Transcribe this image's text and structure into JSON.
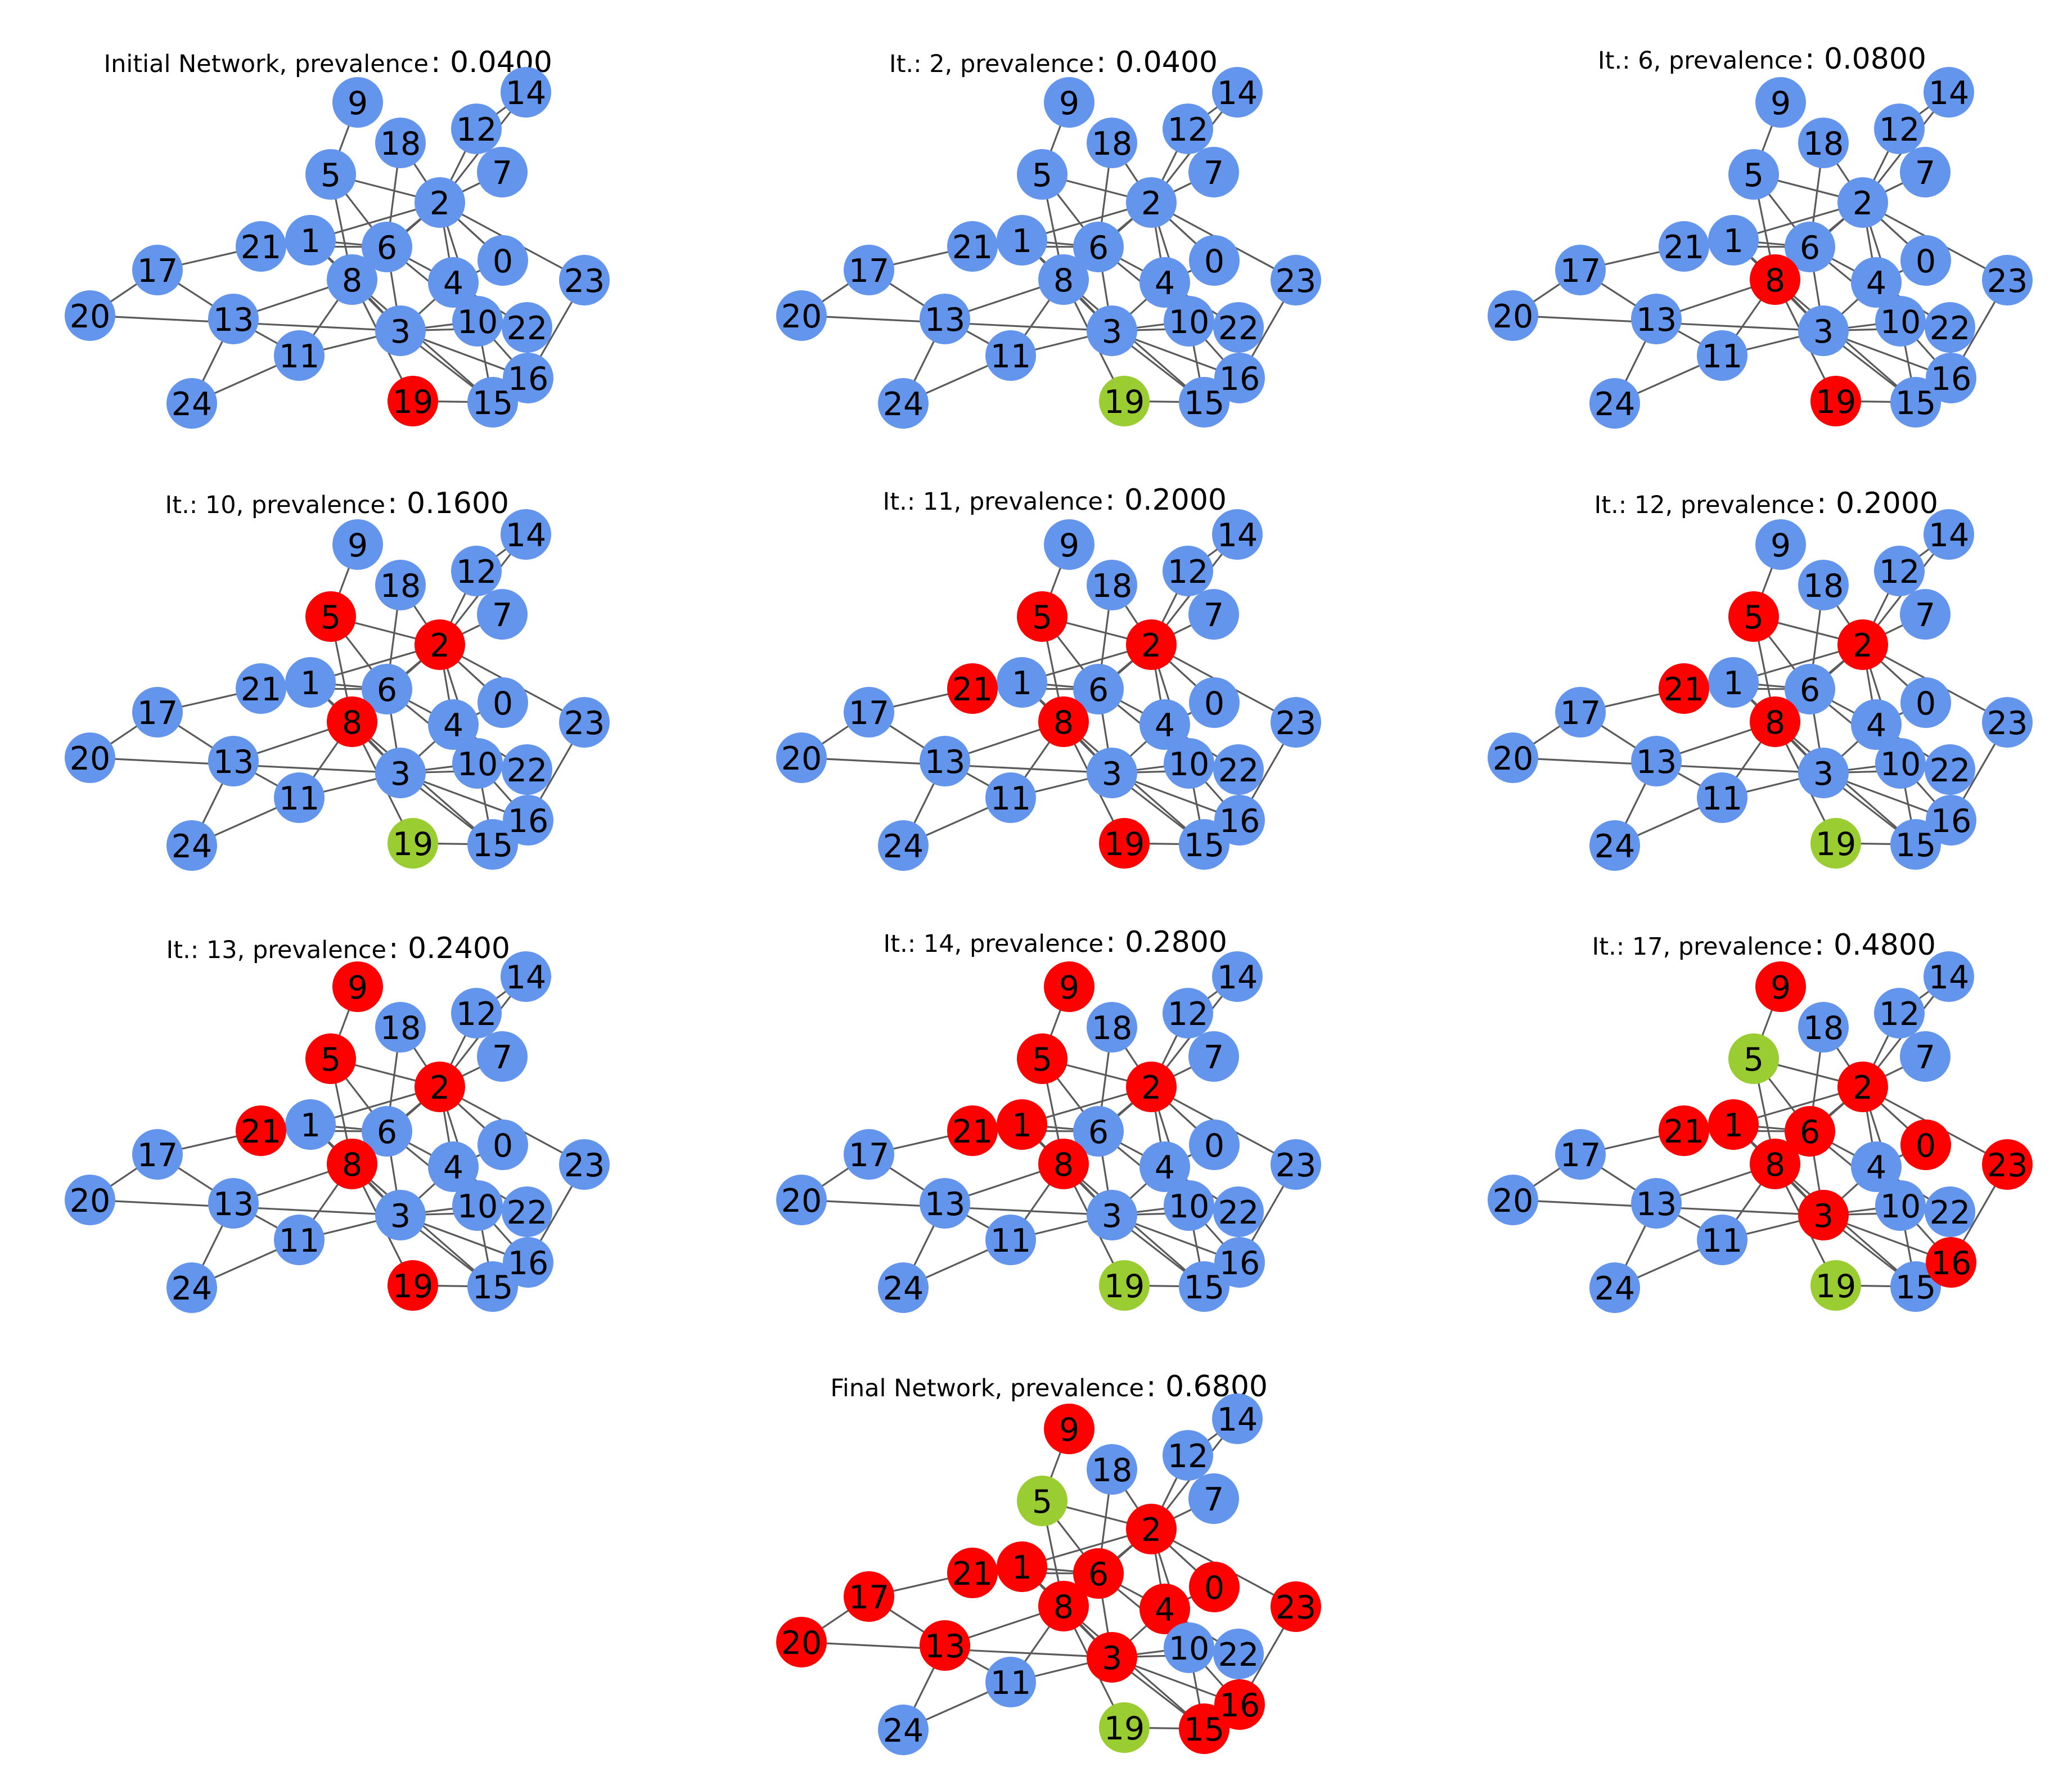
{
  "colors": {
    "susceptible": "#6495ed",
    "infected": "#ff0000",
    "recovered": "#9acd32",
    "edge": "#5a5a5a"
  },
  "nodes": [
    "0",
    "1",
    "2",
    "3",
    "4",
    "5",
    "6",
    "7",
    "8",
    "9",
    "10",
    "11",
    "12",
    "13",
    "14",
    "15",
    "16",
    "17",
    "18",
    "19",
    "20",
    "21",
    "22",
    "23",
    "24"
  ],
  "edges": [
    [
      "9",
      "5"
    ],
    [
      "5",
      "6"
    ],
    [
      "5",
      "2"
    ],
    [
      "5",
      "8"
    ],
    [
      "18",
      "2"
    ],
    [
      "18",
      "6"
    ],
    [
      "12",
      "14"
    ],
    [
      "12",
      "2"
    ],
    [
      "14",
      "2"
    ],
    [
      "7",
      "2"
    ],
    [
      "2",
      "6"
    ],
    [
      "2",
      "4"
    ],
    [
      "2",
      "0"
    ],
    [
      "2",
      "23"
    ],
    [
      "2",
      "10"
    ],
    [
      "2",
      "1"
    ],
    [
      "2",
      "8"
    ],
    [
      "1",
      "21"
    ],
    [
      "1",
      "6"
    ],
    [
      "1",
      "8"
    ],
    [
      "1",
      "3"
    ],
    [
      "21",
      "6"
    ],
    [
      "17",
      "21"
    ],
    [
      "17",
      "20"
    ],
    [
      "17",
      "13"
    ],
    [
      "20",
      "3"
    ],
    [
      "13",
      "8"
    ],
    [
      "13",
      "11"
    ],
    [
      "13",
      "24"
    ],
    [
      "24",
      "11"
    ],
    [
      "11",
      "3"
    ],
    [
      "11",
      "8"
    ],
    [
      "8",
      "6"
    ],
    [
      "8",
      "3"
    ],
    [
      "8",
      "19"
    ],
    [
      "8",
      "15"
    ],
    [
      "6",
      "4"
    ],
    [
      "6",
      "10"
    ],
    [
      "6",
      "3"
    ],
    [
      "4",
      "0"
    ],
    [
      "4",
      "10"
    ],
    [
      "4",
      "3"
    ],
    [
      "4",
      "22"
    ],
    [
      "3",
      "10"
    ],
    [
      "3",
      "22"
    ],
    [
      "3",
      "16"
    ],
    [
      "3",
      "15"
    ],
    [
      "10",
      "15"
    ],
    [
      "10",
      "16"
    ],
    [
      "22",
      "16"
    ],
    [
      "23",
      "16"
    ],
    [
      "19",
      "15"
    ],
    [
      "0",
      "2"
    ]
  ],
  "panels": [
    {
      "label": "Initial Network, prevalence",
      "value": ": 0.0400",
      "states": {
        "19": "infected"
      }
    },
    {
      "label": "It.: 2, prevalence",
      "value": ": 0.0400",
      "states": {
        "19": "recovered"
      }
    },
    {
      "label": "It.: 6, prevalence",
      "value": ": 0.0800",
      "states": {
        "8": "infected",
        "19": "infected"
      }
    },
    {
      "label": "It.: 10, prevalence",
      "value": ": 0.1600",
      "states": {
        "5": "infected",
        "2": "infected",
        "8": "infected",
        "19": "recovered"
      }
    },
    {
      "label": "It.: 11, prevalence",
      "value": ": 0.2000",
      "states": {
        "5": "infected",
        "2": "infected",
        "21": "infected",
        "8": "infected",
        "19": "infected"
      }
    },
    {
      "label": "It.: 12, prevalence",
      "value": ": 0.2000",
      "states": {
        "5": "infected",
        "2": "infected",
        "21": "infected",
        "8": "infected",
        "19": "recovered"
      }
    },
    {
      "label": "It.: 13, prevalence",
      "value": ": 0.2400",
      "states": {
        "9": "infected",
        "5": "infected",
        "2": "infected",
        "21": "infected",
        "8": "infected",
        "19": "infected"
      }
    },
    {
      "label": "It.: 14, prevalence",
      "value": ": 0.2800",
      "states": {
        "9": "infected",
        "5": "infected",
        "2": "infected",
        "21": "infected",
        "1": "infected",
        "8": "infected",
        "19": "recovered"
      }
    },
    {
      "label": "It.: 17, prevalence",
      "value": ": 0.4800",
      "states": {
        "9": "infected",
        "5": "recovered",
        "2": "infected",
        "21": "infected",
        "1": "infected",
        "6": "infected",
        "8": "infected",
        "0": "infected",
        "23": "infected",
        "3": "infected",
        "16": "infected",
        "19": "recovered"
      }
    },
    {
      "label": "Final Network, prevalence",
      "value": ": 0.6800",
      "states": {
        "9": "infected",
        "5": "recovered",
        "2": "infected",
        "21": "infected",
        "1": "infected",
        "6": "infected",
        "8": "infected",
        "0": "infected",
        "23": "infected",
        "4": "infected",
        "17": "infected",
        "20": "infected",
        "13": "infected",
        "3": "infected",
        "16": "infected",
        "15": "infected",
        "19": "recovered"
      }
    }
  ]
}
